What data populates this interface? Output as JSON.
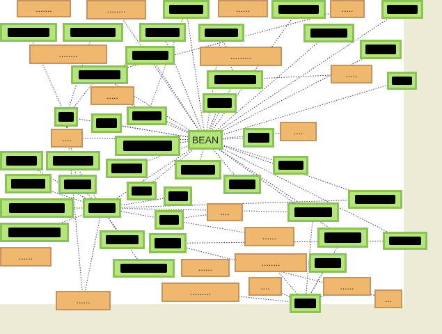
{
  "hub": {
    "id": "g18",
    "label": "BEAN"
  },
  "nodes": [
    {
      "id": "o1",
      "kind": "orange",
      "label": "......."
    },
    {
      "id": "o2",
      "kind": "orange",
      "label": "........"
    },
    {
      "id": "o3",
      "kind": "orange",
      "label": "......"
    },
    {
      "id": "o4",
      "kind": "orange",
      "label": "....."
    },
    {
      "id": "o5",
      "kind": "orange",
      "label": "........"
    },
    {
      "id": "o6",
      "kind": "orange",
      "label": "........."
    },
    {
      "id": "o7",
      "kind": "orange",
      "label": "....."
    },
    {
      "id": "o8",
      "kind": "orange",
      "label": "....."
    },
    {
      "id": "o9",
      "kind": "orange",
      "label": "...."
    },
    {
      "id": "o10",
      "kind": "orange",
      "label": "...."
    },
    {
      "id": "o11",
      "kind": "orange",
      "label": "...."
    },
    {
      "id": "o12",
      "kind": "orange",
      "label": "......"
    },
    {
      "id": "o13",
      "kind": "orange",
      "label": "......"
    },
    {
      "id": "o14",
      "kind": "orange",
      "label": "......"
    },
    {
      "id": "o15",
      "kind": "orange",
      "label": "........"
    },
    {
      "id": "o16",
      "kind": "orange",
      "label": "........."
    },
    {
      "id": "o17",
      "kind": "orange",
      "label": "...."
    },
    {
      "id": "o18",
      "kind": "orange",
      "label": "......"
    },
    {
      "id": "o19",
      "kind": "orange",
      "label": "......"
    },
    {
      "id": "o20",
      "kind": "orange",
      "label": "..."
    }
  ],
  "redacted_nodes": [
    "g1",
    "g2",
    "g3",
    "g4",
    "g5",
    "g6",
    "g7",
    "g8",
    "g9",
    "g10",
    "g11",
    "g12",
    "g13",
    "g14",
    "g15",
    "g16",
    "g17",
    "g19",
    "g20",
    "g21",
    "g22",
    "g23",
    "g24",
    "g25",
    "g26",
    "g27",
    "g28",
    "g29",
    "g30",
    "g31",
    "g32",
    "g33",
    "g34",
    "g35",
    "g36",
    "g37",
    "g38",
    "g39",
    "g40",
    "g41",
    "g42",
    "g43"
  ],
  "edges": [
    [
      "g18",
      "g1"
    ],
    [
      "g18",
      "g2"
    ],
    [
      "g18",
      "g3"
    ],
    [
      "g18",
      "g6"
    ],
    [
      "g18",
      "g7"
    ],
    [
      "g18",
      "g8"
    ],
    [
      "g18",
      "g9"
    ],
    [
      "g18",
      "g10"
    ],
    [
      "g18",
      "g11"
    ],
    [
      "g18",
      "g12"
    ],
    [
      "g18",
      "g13"
    ],
    [
      "g18",
      "g14"
    ],
    [
      "g18",
      "g15"
    ],
    [
      "g18",
      "g16"
    ],
    [
      "g18",
      "g17"
    ],
    [
      "g18",
      "g19"
    ],
    [
      "g18",
      "g20"
    ],
    [
      "g18",
      "g23"
    ],
    [
      "g18",
      "g24"
    ],
    [
      "g18",
      "g25"
    ],
    [
      "g18",
      "g28"
    ],
    [
      "g18",
      "g29"
    ],
    [
      "g18",
      "g31"
    ],
    [
      "g18",
      "g33"
    ],
    [
      "g18",
      "g35"
    ],
    [
      "g18",
      "g38"
    ],
    [
      "g18",
      "g39"
    ],
    [
      "g18",
      "o2"
    ],
    [
      "g18",
      "o10"
    ],
    [
      "g18",
      "o8"
    ],
    [
      "g18",
      "o9"
    ],
    [
      "g35",
      "g33"
    ],
    [
      "g33",
      "o19"
    ],
    [
      "g33",
      "g31"
    ],
    [
      "g33",
      "g36"
    ],
    [
      "g33",
      "g37"
    ],
    [
      "g33",
      "g27"
    ],
    [
      "g33",
      "g21"
    ],
    [
      "g33",
      "g22"
    ],
    [
      "g33",
      "g26"
    ],
    [
      "g33",
      "g30"
    ],
    [
      "g33",
      "g32"
    ],
    [
      "g33",
      "g34"
    ],
    [
      "g33",
      "g41"
    ],
    [
      "g34",
      "o11"
    ],
    [
      "g34",
      "o12"
    ],
    [
      "g42",
      "o15"
    ],
    [
      "g42",
      "o16"
    ],
    [
      "g42",
      "o17"
    ],
    [
      "g42",
      "o18"
    ],
    [
      "g42",
      "g40"
    ],
    [
      "g42",
      "g35"
    ],
    [
      "g42",
      "g39"
    ],
    [
      "g43",
      "o20"
    ],
    [
      "g43",
      "g38"
    ],
    [
      "g15",
      "o9"
    ],
    [
      "g15",
      "g5"
    ],
    [
      "g15",
      "g11"
    ],
    [
      "g15",
      "g4"
    ],
    [
      "g15",
      "g27"
    ],
    [
      "g15",
      "o19"
    ],
    [
      "g12",
      "o7"
    ],
    [
      "g12",
      "g7"
    ],
    [
      "g16",
      "g1"
    ],
    [
      "g11",
      "o4"
    ],
    [
      "g11",
      "g10"
    ]
  ]
}
